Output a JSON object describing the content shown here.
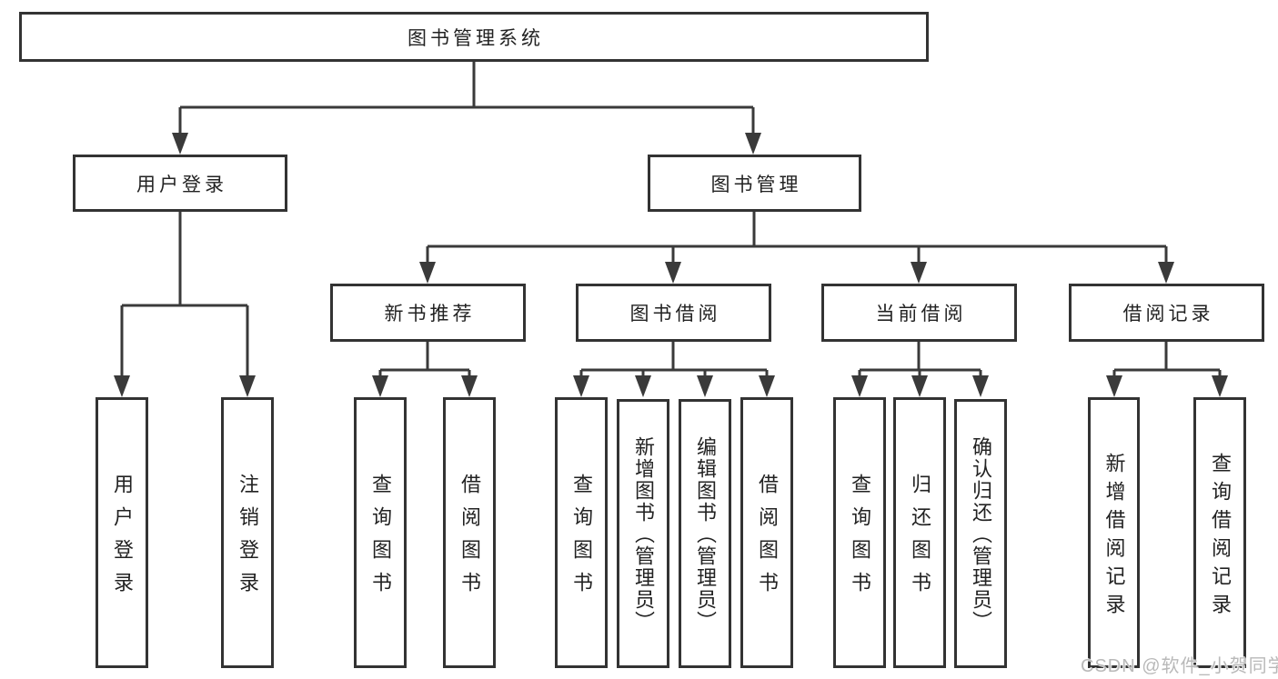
{
  "diagram_type": "hierarchy-tree",
  "tree": {
    "label": "图书管理系统",
    "children": [
      {
        "label": "用户登录",
        "children": [
          {
            "label": "用户登录"
          },
          {
            "label": "注销登录"
          }
        ]
      },
      {
        "label": "图书管理",
        "children": [
          {
            "label": "新书推荐",
            "children": [
              {
                "label": "查询图书"
              },
              {
                "label": "借阅图书"
              }
            ]
          },
          {
            "label": "图书借阅",
            "children": [
              {
                "label": "查询图书"
              },
              {
                "label": "新增图书（管理员）"
              },
              {
                "label": "编辑图书（管理员）"
              },
              {
                "label": "借阅图书"
              }
            ]
          },
          {
            "label": "当前借阅",
            "children": [
              {
                "label": "查询图书"
              },
              {
                "label": "归还图书"
              },
              {
                "label": "确认归还（管理员）"
              }
            ]
          },
          {
            "label": "借阅记录",
            "children": [
              {
                "label": "新增借阅记录"
              },
              {
                "label": "查询借阅记录"
              }
            ]
          }
        ]
      }
    ]
  },
  "watermark": {
    "text": "CSDN @软件_小贺同学"
  },
  "colors": {
    "line": "#3a3a3a",
    "box_border": "#333333",
    "text": "#222222",
    "background": "#ffffff",
    "watermark": "#b9b9b9"
  }
}
